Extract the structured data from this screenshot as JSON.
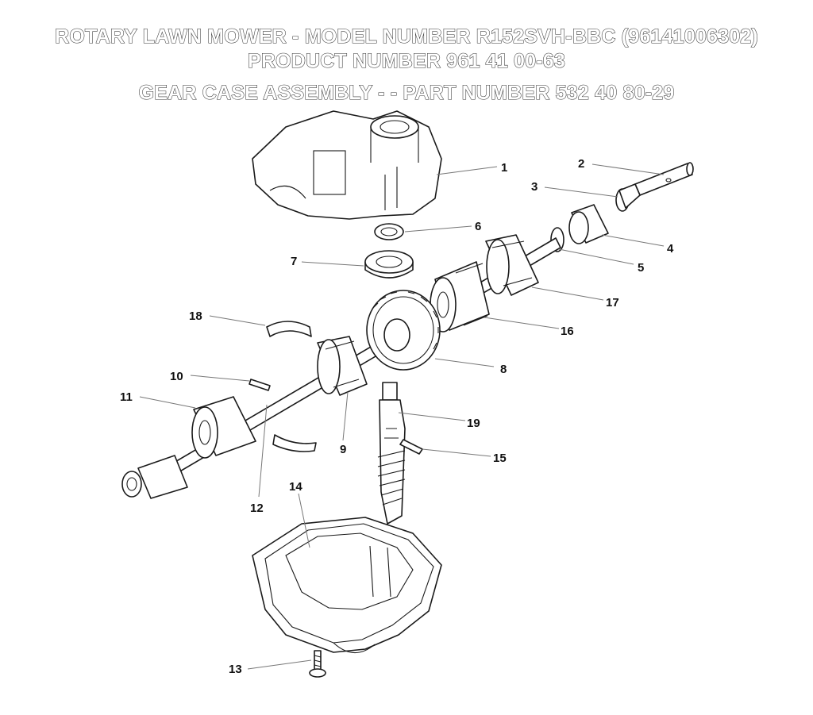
{
  "titles": {
    "line1": "ROTARY LAWN MOWER - MODEL NUMBER  R152SVH-BBC  (96141006302)",
    "line2": "PRODUCT NUMBER 961 41 00-63",
    "line3": "GEAR CASE ASSEMBLY - - PART NUMBER 532 40 80-29"
  },
  "callouts": [
    "1",
    "2",
    "3",
    "4",
    "5",
    "6",
    "7",
    "8",
    "9",
    "10",
    "11",
    "12",
    "13",
    "14",
    "15",
    "16",
    "17",
    "18",
    "19"
  ]
}
